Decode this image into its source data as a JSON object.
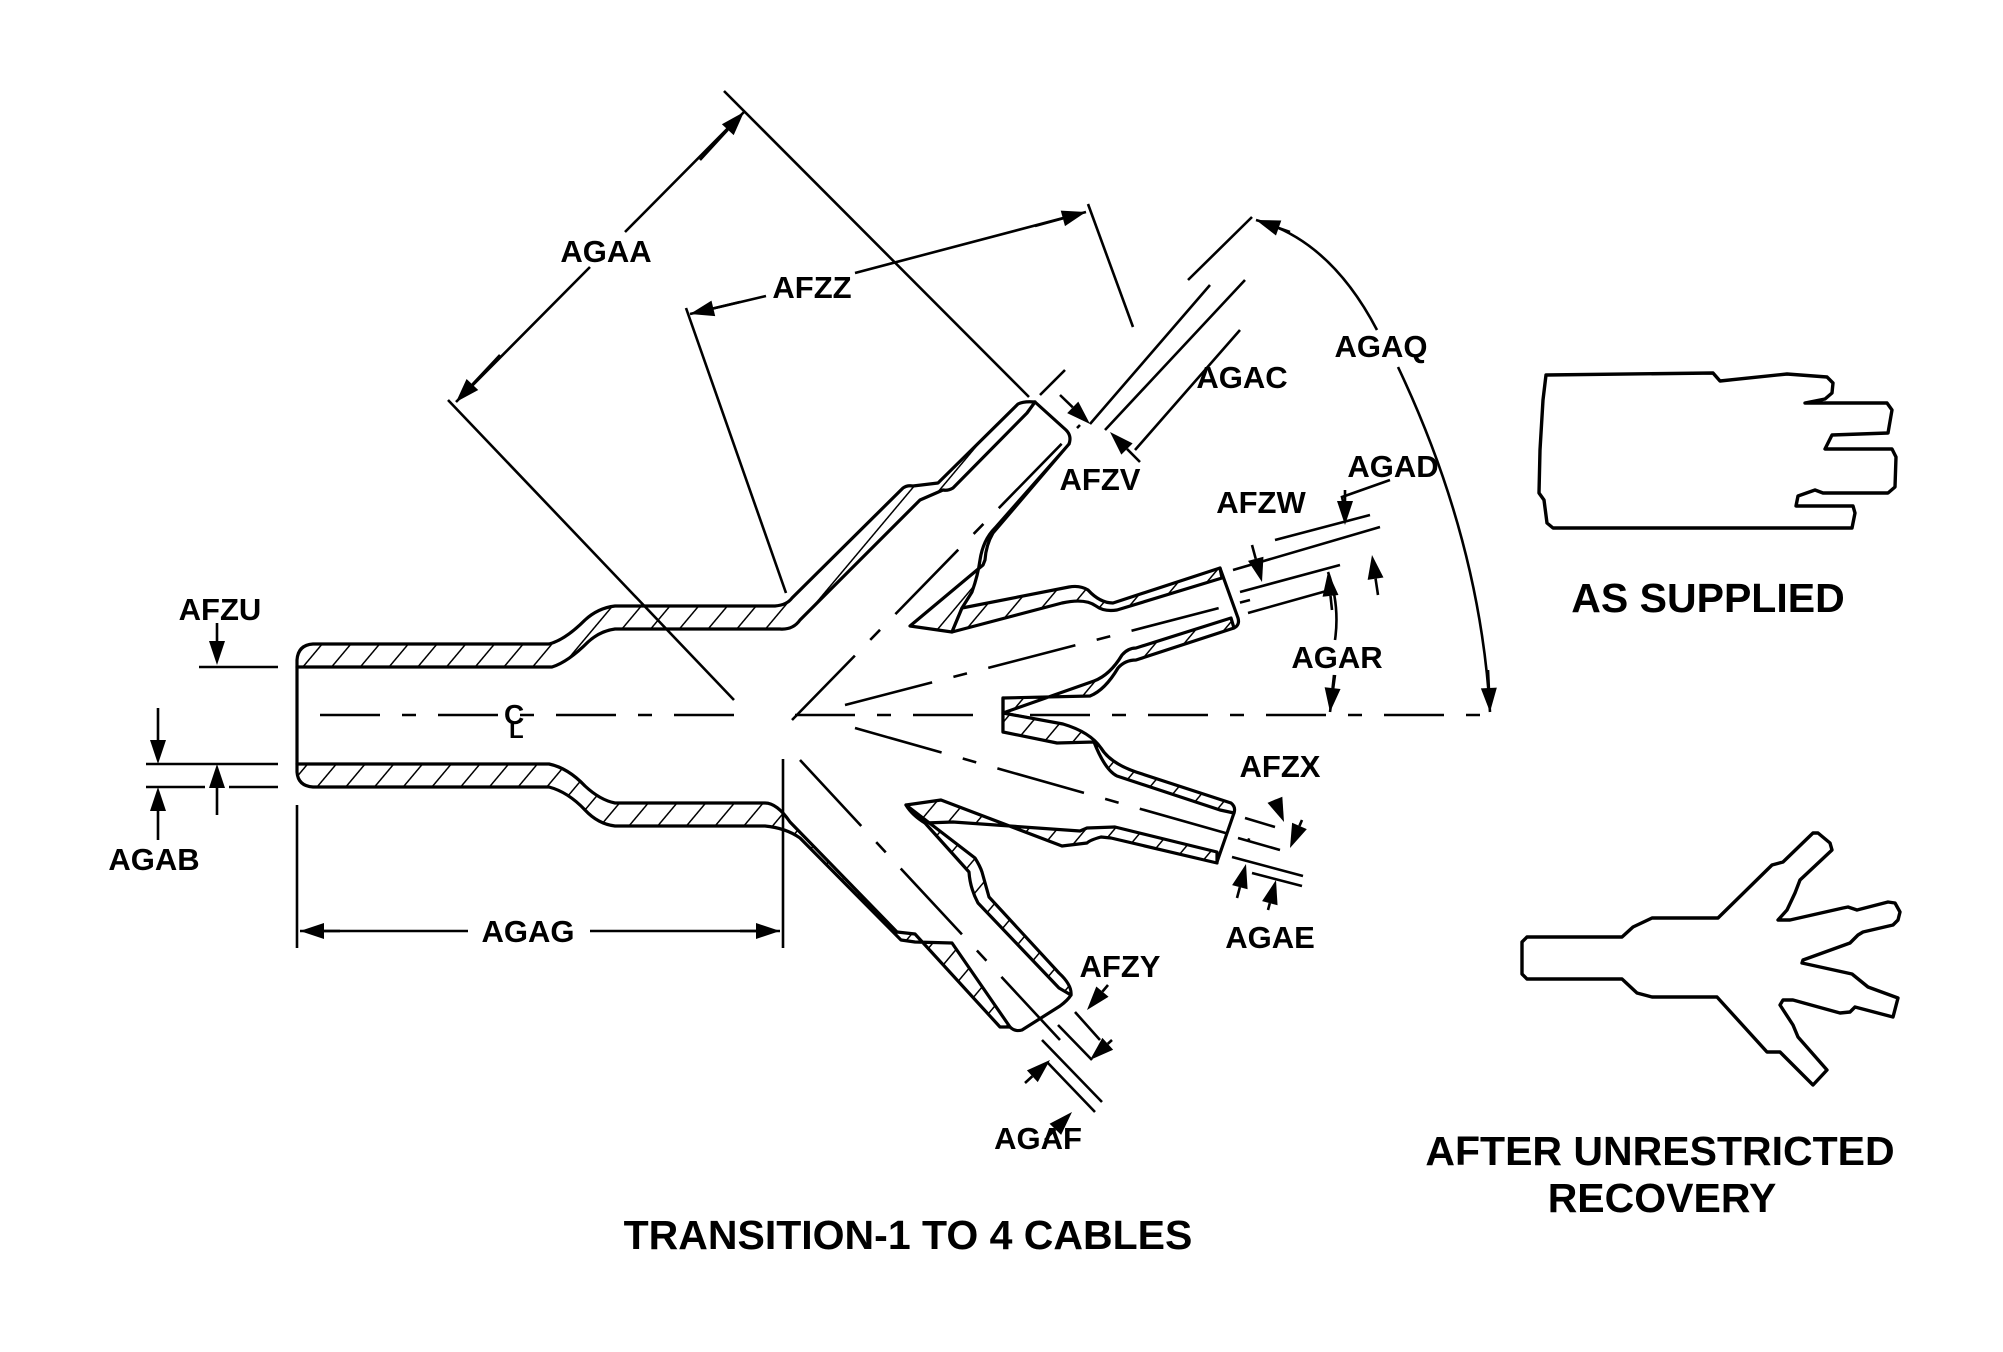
{
  "figure": {
    "main_title": "TRANSITION-1 TO 4 CABLES",
    "as_supplied_caption": "AS SUPPLIED",
    "after_recovery_caption_line1": "AFTER UNRESTRICTED",
    "after_recovery_caption_line2": "RECOVERY",
    "centerline_symbol": "C",
    "centerline_symbol_sub": "L"
  },
  "dimensions": {
    "AGAA": "AGAA",
    "AFZZ": "AFZZ",
    "AGAC": "AGAC",
    "AGAQ": "AGAQ",
    "AFZV": "AFZV",
    "AGAD": "AGAD",
    "AFZW": "AFZW",
    "AGAR": "AGAR",
    "AFZU": "AFZU",
    "AGAB": "AGAB",
    "AGAG": "AGAG",
    "AFZX": "AFZX",
    "AGAE": "AGAE",
    "AFZY": "AFZY",
    "AGAF": "AGAF"
  },
  "colors": {
    "ink": "#000000",
    "paper": "#ffffff"
  }
}
